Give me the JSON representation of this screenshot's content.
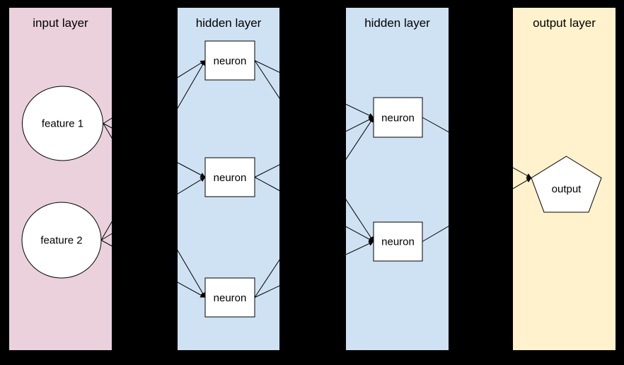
{
  "diagram": {
    "type": "neural-network-diagram",
    "background_color": "#000000",
    "connector_color": "#000000",
    "node_fill": "#ffffff"
  },
  "layers": [
    {
      "id": "input",
      "label": "input layer",
      "color": "#ead1dc",
      "nodes": [
        {
          "id": "feature1",
          "label": "feature 1",
          "shape": "circle"
        },
        {
          "id": "feature2",
          "label": "feature 2",
          "shape": "circle"
        }
      ]
    },
    {
      "id": "hidden1",
      "label": "hidden layer",
      "color": "#cfe2f3",
      "nodes": [
        {
          "id": "h1n1",
          "label": "neuron",
          "shape": "rectangle"
        },
        {
          "id": "h1n2",
          "label": "neuron",
          "shape": "rectangle"
        },
        {
          "id": "h1n3",
          "label": "neuron",
          "shape": "rectangle"
        }
      ]
    },
    {
      "id": "hidden2",
      "label": "hidden layer",
      "color": "#cfe2f3",
      "nodes": [
        {
          "id": "h2n1",
          "label": "neuron",
          "shape": "rectangle"
        },
        {
          "id": "h2n2",
          "label": "neuron",
          "shape": "rectangle"
        }
      ]
    },
    {
      "id": "output",
      "label": "output layer",
      "color": "#fff2cc",
      "nodes": [
        {
          "id": "out",
          "label": "output",
          "shape": "pentagon"
        }
      ]
    }
  ],
  "edges": [
    {
      "from": "feature1",
      "to": "h1n1"
    },
    {
      "from": "feature1",
      "to": "h1n2"
    },
    {
      "from": "feature1",
      "to": "h1n3"
    },
    {
      "from": "feature2",
      "to": "h1n1"
    },
    {
      "from": "feature2",
      "to": "h1n2"
    },
    {
      "from": "feature2",
      "to": "h1n3"
    },
    {
      "from": "h1n1",
      "to": "h2n1"
    },
    {
      "from": "h1n1",
      "to": "h2n2"
    },
    {
      "from": "h1n2",
      "to": "h2n1"
    },
    {
      "from": "h1n2",
      "to": "h2n2"
    },
    {
      "from": "h1n3",
      "to": "h2n1"
    },
    {
      "from": "h1n3",
      "to": "h2n2"
    },
    {
      "from": "h2n1",
      "to": "out"
    },
    {
      "from": "h2n2",
      "to": "out"
    }
  ]
}
